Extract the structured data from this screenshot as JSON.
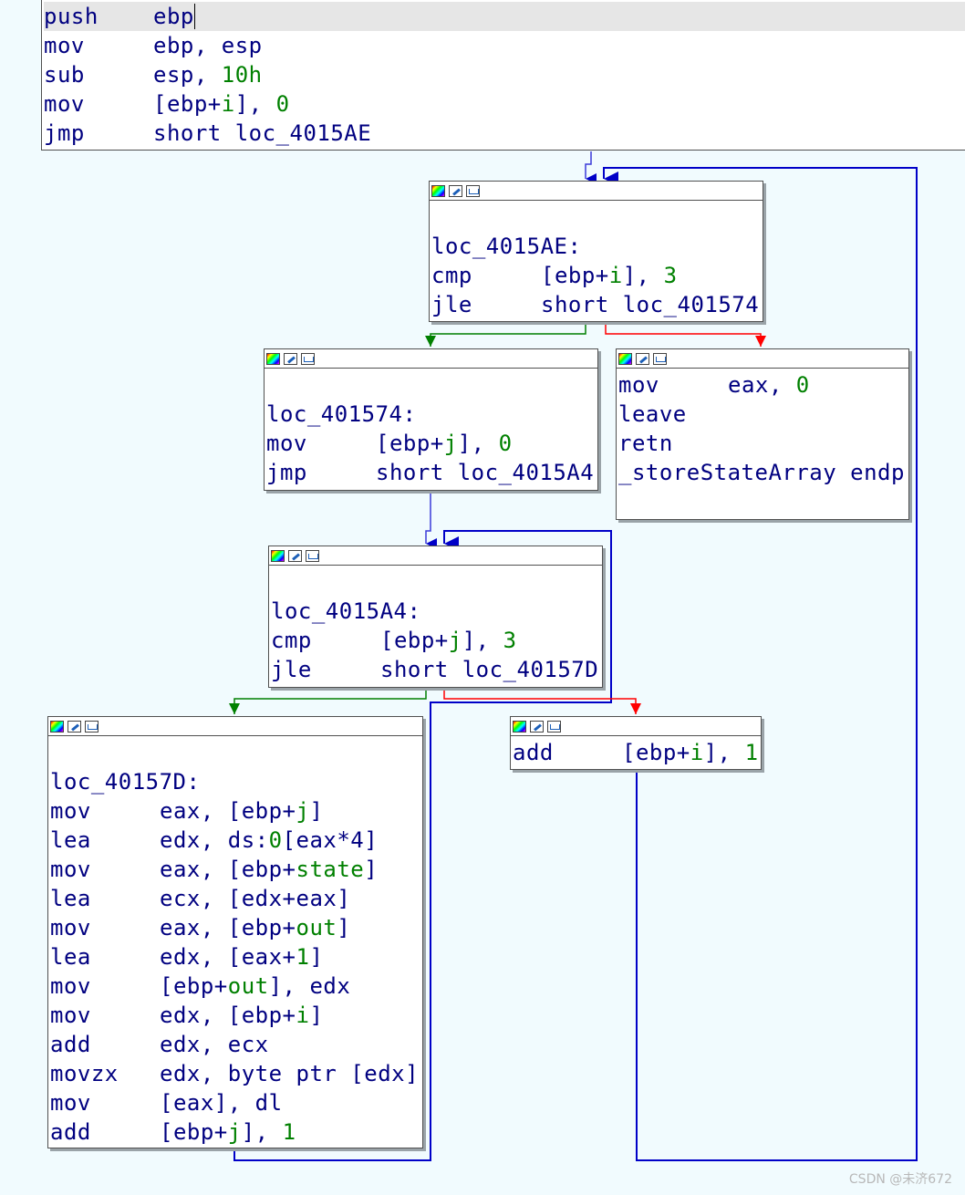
{
  "blocks": {
    "entry": {
      "lines": [
        {
          "m": "push",
          "o": [
            {
              "t": "ebp"
            }
          ]
        },
        {
          "m": "mov",
          "o": [
            {
              "t": "ebp, esp"
            }
          ]
        },
        {
          "m": "sub",
          "o": [
            {
              "t": "esp, "
            },
            {
              "t": "10h",
              "c": "n"
            }
          ]
        },
        {
          "m": "mov",
          "o": [
            {
              "t": "[ebp+"
            },
            {
              "t": "i",
              "c": "n"
            },
            {
              "t": "], "
            },
            {
              "t": "0",
              "c": "n"
            }
          ]
        },
        {
          "m": "jmp",
          "o": [
            {
              "t": "short loc_4015AE"
            }
          ]
        }
      ]
    },
    "loc_4015AE": {
      "lines": [
        {
          "m": "loc_4015AE:",
          "label": true
        },
        {
          "m": "cmp",
          "o": [
            {
              "t": "[ebp+"
            },
            {
              "t": "i",
              "c": "n"
            },
            {
              "t": "], "
            },
            {
              "t": "3",
              "c": "n"
            }
          ]
        },
        {
          "m": "jle",
          "o": [
            {
              "t": "short loc_401574"
            }
          ]
        }
      ]
    },
    "loc_401574": {
      "lines": [
        {
          "m": "loc_401574:",
          "label": true
        },
        {
          "m": "mov",
          "o": [
            {
              "t": "[ebp+"
            },
            {
              "t": "j",
              "c": "n"
            },
            {
              "t": "], "
            },
            {
              "t": "0",
              "c": "n"
            }
          ]
        },
        {
          "m": "jmp",
          "o": [
            {
              "t": "short loc_4015A4"
            }
          ]
        }
      ]
    },
    "exit": {
      "lines": [
        {
          "m": "mov",
          "o": [
            {
              "t": "eax, "
            },
            {
              "t": "0",
              "c": "n"
            }
          ]
        },
        {
          "m": "leave",
          "o": []
        },
        {
          "m": "retn",
          "o": []
        },
        {
          "m": "_storeStateArray endp",
          "label": true
        }
      ]
    },
    "loc_4015A4": {
      "lines": [
        {
          "m": "loc_4015A4:",
          "label": true
        },
        {
          "m": "cmp",
          "o": [
            {
              "t": "[ebp+"
            },
            {
              "t": "j",
              "c": "n"
            },
            {
              "t": "], "
            },
            {
              "t": "3",
              "c": "n"
            }
          ]
        },
        {
          "m": "jle",
          "o": [
            {
              "t": "short loc_40157D"
            }
          ]
        }
      ]
    },
    "loc_40157D": {
      "lines": [
        {
          "m": "loc_40157D:",
          "label": true
        },
        {
          "m": "mov",
          "o": [
            {
              "t": "eax, [ebp+"
            },
            {
              "t": "j",
              "c": "n"
            },
            {
              "t": "]"
            }
          ]
        },
        {
          "m": "lea",
          "o": [
            {
              "t": "edx, ds:"
            },
            {
              "t": "0",
              "c": "n"
            },
            {
              "t": "[eax*4]"
            }
          ]
        },
        {
          "m": "mov",
          "o": [
            {
              "t": "eax, [ebp+"
            },
            {
              "t": "state",
              "c": "n"
            },
            {
              "t": "]"
            }
          ]
        },
        {
          "m": "lea",
          "o": [
            {
              "t": "ecx, [edx+eax]"
            }
          ]
        },
        {
          "m": "mov",
          "o": [
            {
              "t": "eax, [ebp+"
            },
            {
              "t": "out",
              "c": "n"
            },
            {
              "t": "]"
            }
          ]
        },
        {
          "m": "lea",
          "o": [
            {
              "t": "edx, [eax+"
            },
            {
              "t": "1",
              "c": "n"
            },
            {
              "t": "]"
            }
          ]
        },
        {
          "m": "mov",
          "o": [
            {
              "t": "[ebp+"
            },
            {
              "t": "out",
              "c": "n"
            },
            {
              "t": "], edx"
            }
          ]
        },
        {
          "m": "mov",
          "o": [
            {
              "t": "edx, [ebp+"
            },
            {
              "t": "i",
              "c": "n"
            },
            {
              "t": "]"
            }
          ]
        },
        {
          "m": "add",
          "o": [
            {
              "t": "edx, ecx"
            }
          ]
        },
        {
          "m": "movzx",
          "o": [
            {
              "t": "edx, byte ptr [edx]"
            }
          ]
        },
        {
          "m": "mov",
          "o": [
            {
              "t": "[eax], dl"
            }
          ]
        },
        {
          "m": "add",
          "o": [
            {
              "t": "[ebp+"
            },
            {
              "t": "j",
              "c": "n"
            },
            {
              "t": "], "
            },
            {
              "t": "1",
              "c": "n"
            }
          ]
        }
      ]
    },
    "inc_i": {
      "lines": [
        {
          "m": "add",
          "o": [
            {
              "t": "[ebp+"
            },
            {
              "t": "i",
              "c": "n"
            },
            {
              "t": "], "
            },
            {
              "t": "1",
              "c": "n"
            }
          ]
        }
      ]
    }
  },
  "colors": {
    "background": "#f1fbfe",
    "mnemonic": "#000080",
    "number": "#008000",
    "edge_true": "#008000",
    "edge_false": "#ff0000",
    "edge_jump": "#0000c8"
  },
  "watermark": "CSDN @未济672"
}
